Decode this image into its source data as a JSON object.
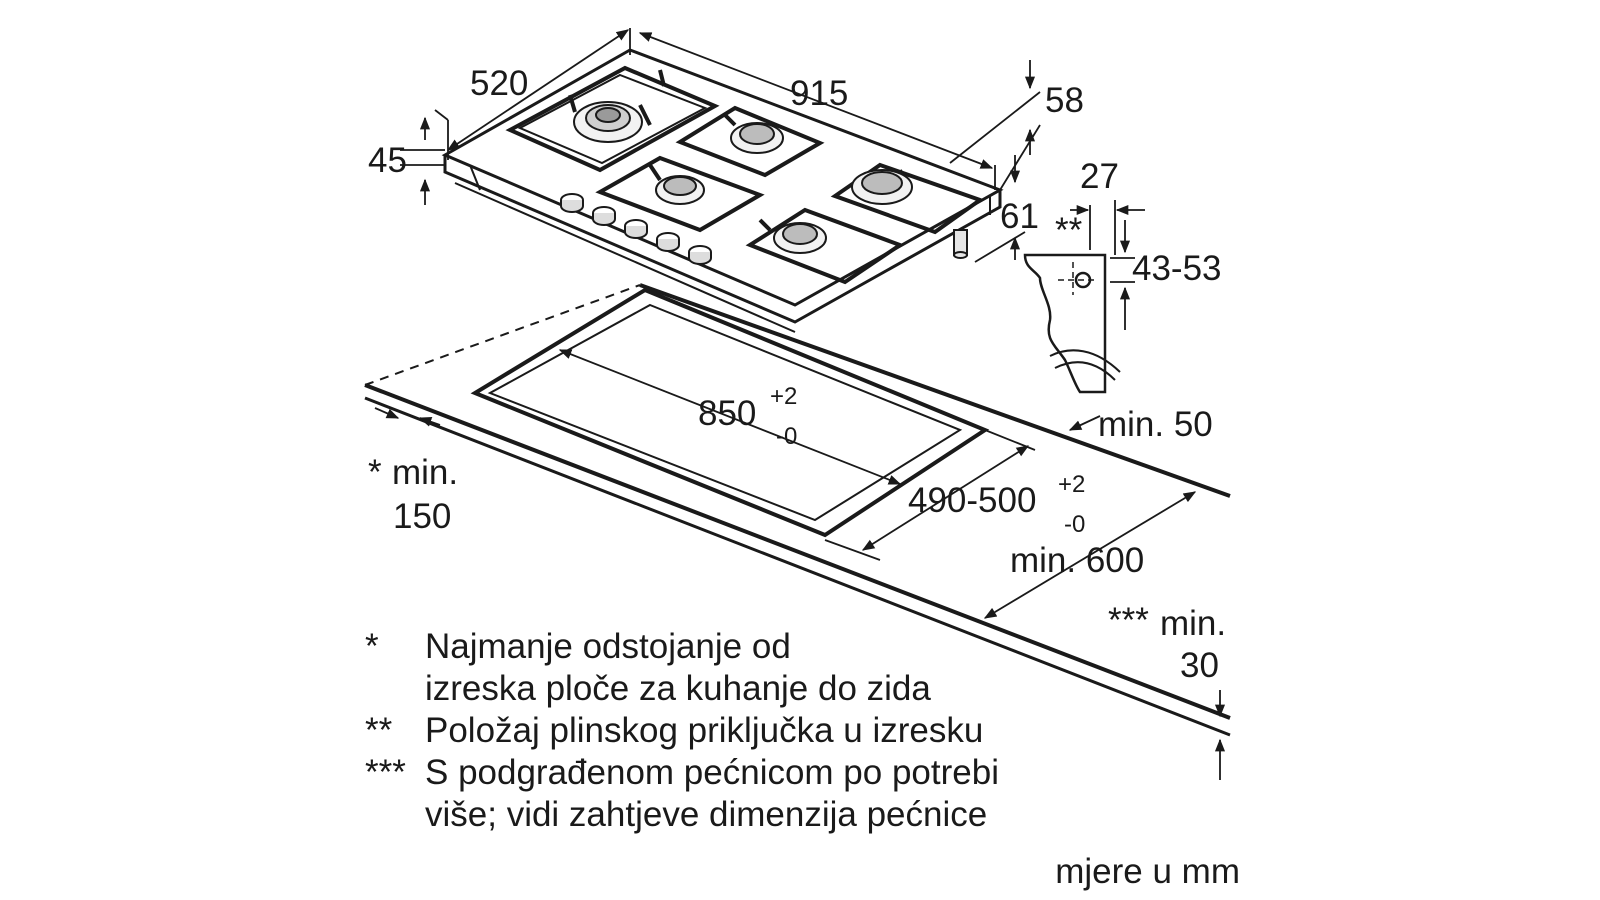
{
  "dimensions": {
    "depth": "520",
    "width": "915",
    "height_front": "45",
    "height_right": "58",
    "bracket_depth": "61",
    "bracket_offset": "27",
    "worktop_range": "43-53",
    "cutout_width": "850",
    "cutout_width_tol_plus": "+2",
    "cutout_width_tol_minus": "-0",
    "cutout_depth": "490-500",
    "cutout_depth_tol_plus": "+2",
    "cutout_depth_tol_minus": "-0",
    "min_back": "min. 50",
    "min_front": "min. 600",
    "min_side_star": "*",
    "min_side_1": "min.",
    "min_side_2": "150",
    "min_bottom_star": "***",
    "min_bottom_1": "min.",
    "min_bottom_2": "30",
    "gas_marker": "**"
  },
  "notes": [
    {
      "mark": "*",
      "lines": [
        "Najmanje odstojanje od",
        "izreska ploče za kuhanje do zida"
      ]
    },
    {
      "mark": "**",
      "lines": [
        "Položaj plinskog priključka u izresku"
      ]
    },
    {
      "mark": "***",
      "lines": [
        "S podgrađenom pećnicom  po potrebi",
        "više; vidi zahtjeve dimenzija pećnice"
      ]
    }
  ],
  "unit_label": "mjere u mm",
  "colors": {
    "line": "#1a1a1a",
    "background": "#ffffff"
  }
}
